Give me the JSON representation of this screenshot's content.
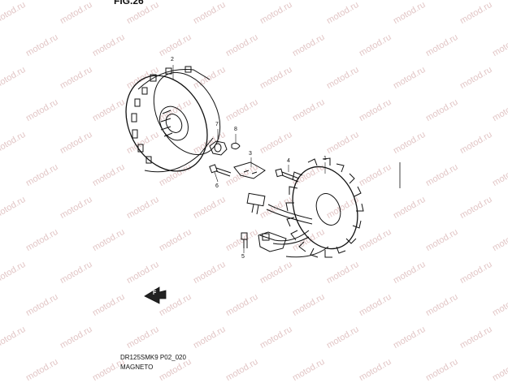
{
  "figure_label": "FIG.26",
  "diagram_code": "DR125SMK9 P02_020",
  "diagram_title": "MAGNETO",
  "watermark_text": "motod.ru",
  "front_marker": "F",
  "callouts": [
    "1",
    "2",
    "3",
    "4",
    "5",
    "6",
    "7",
    "8"
  ],
  "parts": [
    {
      "ref": "1",
      "name": "stator-coil"
    },
    {
      "ref": "2",
      "name": "flywheel-rotor"
    },
    {
      "ref": "3",
      "name": "pickup-bracket"
    },
    {
      "ref": "4",
      "name": "stator-bolt"
    },
    {
      "ref": "5",
      "name": "clamp-bolt"
    },
    {
      "ref": "6",
      "name": "bracket-bolt"
    },
    {
      "ref": "7",
      "name": "rotor-nut"
    },
    {
      "ref": "8",
      "name": "woodruff-key"
    }
  ]
}
